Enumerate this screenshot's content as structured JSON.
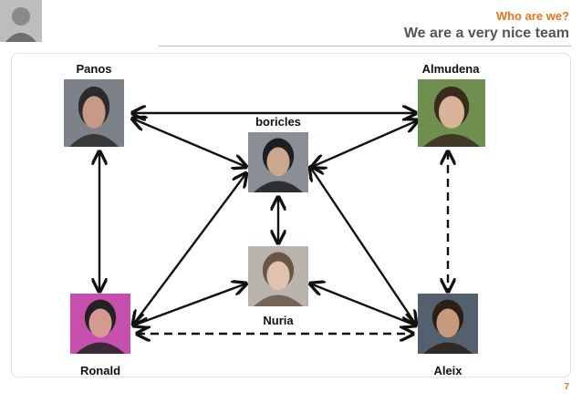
{
  "header": {
    "section_title": "Who are we?",
    "slide_title": "We are a very nice team",
    "avatar_icon": "person-photo-icon"
  },
  "diagram": {
    "nodes": [
      {
        "id": "panos",
        "label": "Panos"
      },
      {
        "id": "almudena",
        "label": "Almudena"
      },
      {
        "id": "boricles",
        "label": "boricles"
      },
      {
        "id": "nuria",
        "label": "Nuria"
      },
      {
        "id": "ronald",
        "label": "Ronald"
      },
      {
        "id": "aleix",
        "label": "Aleix"
      }
    ],
    "edges": [
      {
        "from": "panos",
        "to": "almudena",
        "style": "solid"
      },
      {
        "from": "panos",
        "to": "boricles",
        "style": "solid"
      },
      {
        "from": "almudena",
        "to": "boricles",
        "style": "solid"
      },
      {
        "from": "panos",
        "to": "ronald",
        "style": "solid"
      },
      {
        "from": "almudena",
        "to": "aleix",
        "style": "dashed"
      },
      {
        "from": "boricles",
        "to": "nuria",
        "style": "solid"
      },
      {
        "from": "boricles",
        "to": "ronald",
        "style": "solid"
      },
      {
        "from": "boricles",
        "to": "aleix",
        "style": "solid"
      },
      {
        "from": "nuria",
        "to": "ronald",
        "style": "solid"
      },
      {
        "from": "nuria",
        "to": "aleix",
        "style": "solid"
      },
      {
        "from": "ronald",
        "to": "aleix",
        "style": "dashed"
      }
    ]
  },
  "page_number": "7",
  "colors": {
    "accent": "#e8731a",
    "title_gray": "#555555",
    "edge": "#111111"
  }
}
